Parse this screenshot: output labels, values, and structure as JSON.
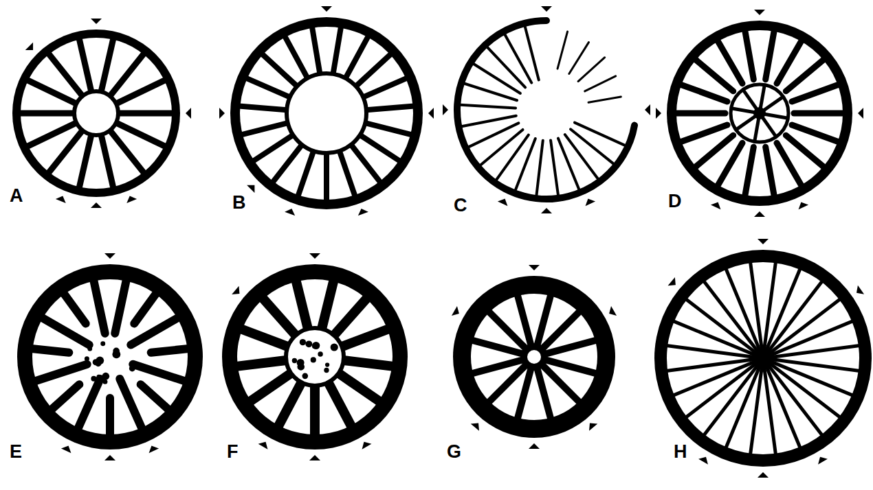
{
  "diagram": {
    "labels": [
      "A",
      "B",
      "C",
      "D",
      "E",
      "F",
      "G",
      "H"
    ]
  }
}
